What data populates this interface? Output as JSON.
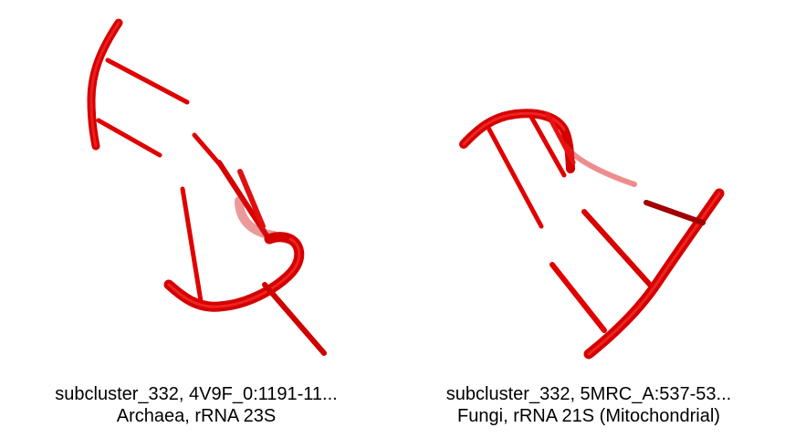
{
  "panels": [
    {
      "title": "subcluster_332, 4V9F_0:1191-11...",
      "subtitle": "Archaea, rRNA 23S"
    },
    {
      "title": "subcluster_332, 5MRC_A:537-53...",
      "subtitle": "Fungi, rRNA 21S (Mitochondrial)"
    }
  ],
  "colors": {
    "backbone": "#e00000",
    "backbone_dark": "#a00000",
    "background": "#ffffff"
  }
}
